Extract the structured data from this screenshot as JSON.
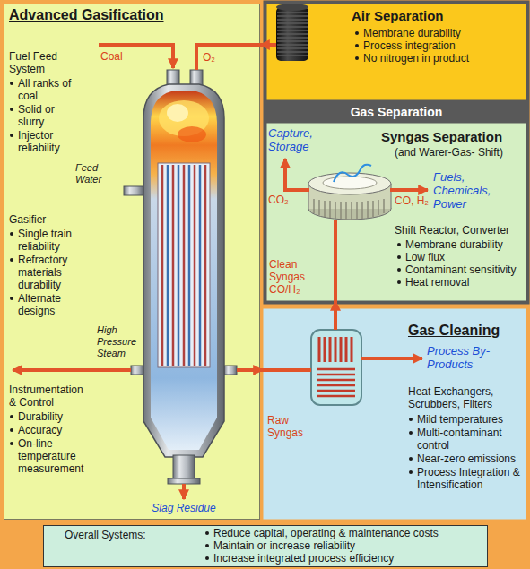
{
  "diagram": {
    "nodes": [
      {
        "text": [
          "Advanced Gasification",
          "Fuel Feed System",
          "All ranks of coal",
          "Solid or slurry",
          "Injector reliability",
          "Gasifier",
          "Single train reliability",
          "Refractory materials durability",
          "Alternate designs",
          "Instrumentation & Control",
          "Durability",
          "Accuracy",
          "On-line temperature measurement"
        ]
      },
      {
        "text": [
          "Gas Separation"
        ]
      },
      {
        "text": [
          "Air Separation",
          "Membrane durability",
          "Process integration",
          "No nitrogen in product"
        ],
        "in": 1
      },
      {
        "text": [
          "Syngas Separation",
          "(and Warer-Gas- Shift)",
          "Shift Reactor, Converter",
          "Membrane durability",
          "Low flux",
          "Contaminant sensitivity",
          "Heat removal"
        ],
        "in": 1
      },
      {
        "text": [
          "Gas Cleaning",
          "Heat Exchangers, Scrubbers, Filters",
          "Mild temperatures",
          "Multi-contaminant control",
          "Near-zero emissions",
          "Process Integration & Intensification"
        ]
      },
      {
        "text": [
          "Overall Systems:",
          "Reduce capital, operating & maintenance costs",
          "Maintain or increase reliability",
          "Increase integrated process efficiency"
        ]
      }
    ],
    "edges": [
      {
        "from": 2,
        "to": 0,
        "arrow": "to",
        "label": "O₂"
      },
      {
        "from": 0,
        "to": 4,
        "arrow": "to",
        "label": "Raw Syngas"
      },
      {
        "from": 4,
        "to": 3,
        "arrow": "to",
        "label": "Clean Syngas CO/H₂"
      }
    ],
    "labels": [
      "Coal",
      "Feed Water",
      "High Pressure Steam",
      "Slag Residue",
      "Capture, Storage",
      "CO₂",
      "CO, H₂",
      "Fuels, Chemicals, Power",
      "Process By-Products"
    ]
  }
}
